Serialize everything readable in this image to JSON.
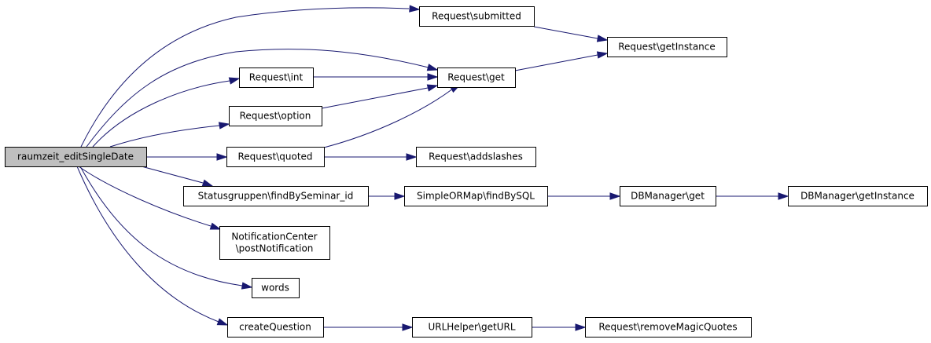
{
  "graph": {
    "edge_color": "#191970",
    "root_fill": "#bfbfbf",
    "nodes": [
      {
        "id": "root",
        "lines": [
          "raumzeit_editSingleDate"
        ]
      },
      {
        "id": "submitted",
        "lines": [
          "Request\\submitted"
        ]
      },
      {
        "id": "getInstance",
        "lines": [
          "Request\\getInstance"
        ]
      },
      {
        "id": "get",
        "lines": [
          "Request\\get"
        ]
      },
      {
        "id": "int",
        "lines": [
          "Request\\int"
        ]
      },
      {
        "id": "option",
        "lines": [
          "Request\\option"
        ]
      },
      {
        "id": "quoted",
        "lines": [
          "Request\\quoted"
        ]
      },
      {
        "id": "addslashes",
        "lines": [
          "Request\\addslashes"
        ]
      },
      {
        "id": "findBySeminar",
        "lines": [
          "Statusgruppen\\findBySeminar_id"
        ]
      },
      {
        "id": "findBySQL",
        "lines": [
          "SimpleORMap\\findBySQL"
        ]
      },
      {
        "id": "dbget",
        "lines": [
          "DBManager\\get"
        ]
      },
      {
        "id": "dbgetInstance",
        "lines": [
          "DBManager\\getInstance"
        ]
      },
      {
        "id": "notification",
        "lines": [
          "NotificationCenter",
          "\\postNotification"
        ]
      },
      {
        "id": "words",
        "lines": [
          "words"
        ]
      },
      {
        "id": "createQuestion",
        "lines": [
          "createQuestion"
        ]
      },
      {
        "id": "geturl",
        "lines": [
          "URLHelper\\getURL"
        ]
      },
      {
        "id": "removeMagic",
        "lines": [
          "Request\\removeMagicQuotes"
        ]
      }
    ],
    "edges": [
      {
        "from": "root",
        "to": "submitted"
      },
      {
        "from": "root",
        "to": "get"
      },
      {
        "from": "root",
        "to": "int"
      },
      {
        "from": "root",
        "to": "option"
      },
      {
        "from": "root",
        "to": "quoted"
      },
      {
        "from": "root",
        "to": "findBySeminar"
      },
      {
        "from": "root",
        "to": "notification"
      },
      {
        "from": "root",
        "to": "words"
      },
      {
        "from": "root",
        "to": "createQuestion"
      },
      {
        "from": "submitted",
        "to": "getInstance"
      },
      {
        "from": "get",
        "to": "getInstance"
      },
      {
        "from": "int",
        "to": "get"
      },
      {
        "from": "option",
        "to": "get"
      },
      {
        "from": "quoted",
        "to": "get"
      },
      {
        "from": "quoted",
        "to": "addslashes"
      },
      {
        "from": "findBySeminar",
        "to": "findBySQL"
      },
      {
        "from": "findBySQL",
        "to": "dbget"
      },
      {
        "from": "dbget",
        "to": "dbgetInstance"
      },
      {
        "from": "createQuestion",
        "to": "geturl"
      },
      {
        "from": "geturl",
        "to": "removeMagic"
      }
    ]
  }
}
